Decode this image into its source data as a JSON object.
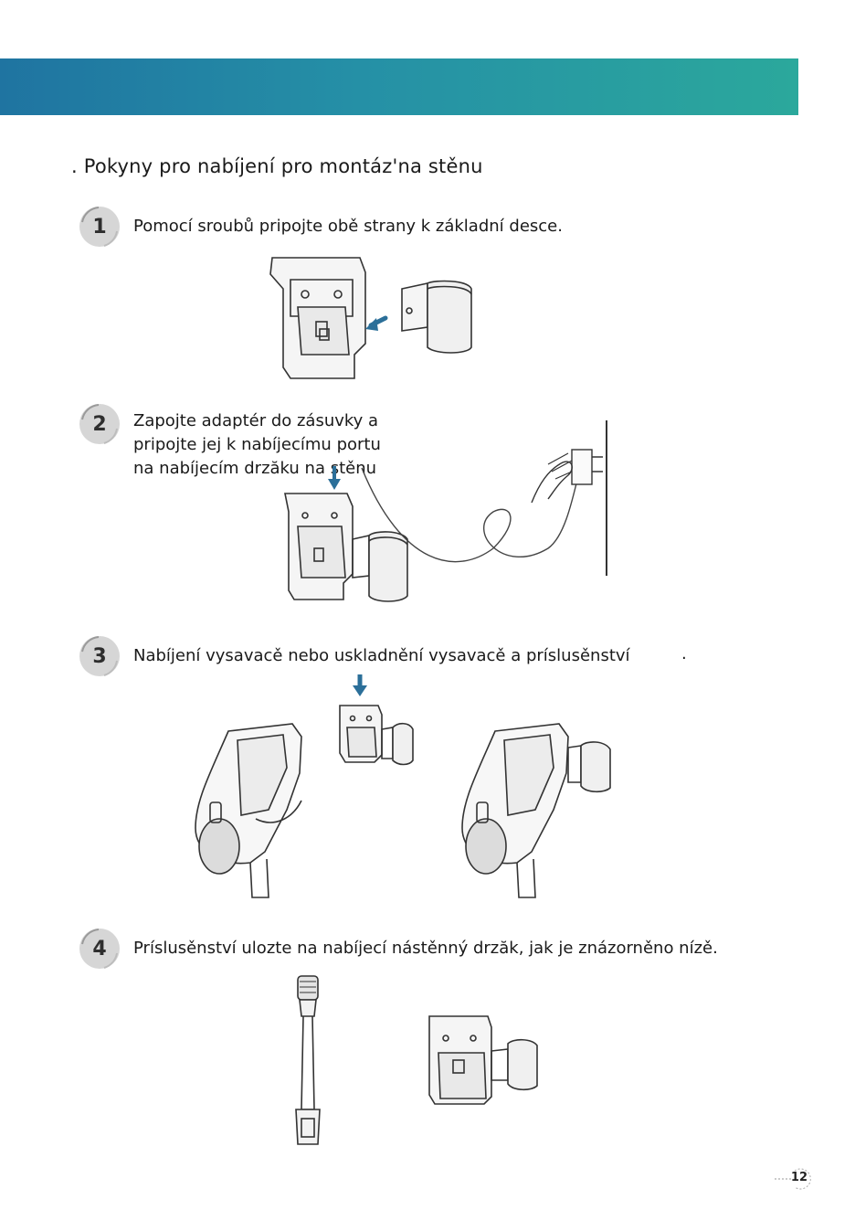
{
  "header": {
    "banner_color_start": "#1f74a1",
    "banner_color_end": "#2ba89c"
  },
  "section": {
    "title": ". Pokyny pro nabíjení pro montáz'na stěnu"
  },
  "steps": [
    {
      "number": "1",
      "lines": [
        "Pomocí sroubů pripojte obě strany k základní desce."
      ]
    },
    {
      "number": "2",
      "lines": [
        "Zapojte adaptér do zásuvky a",
        "pripojte jej k nabíjecímu portu",
        "na nabíjecím drzăku na stěnu"
      ]
    },
    {
      "number": "3",
      "lines": [
        "Nabíjení vysavacě nebo uskladnění vysavacě a príslusěnství"
      ],
      "trailing_mark": "."
    },
    {
      "number": "4",
      "lines": [
        "Príslusěnství ulozte na nabíjecí nástěnný drzăk, jak je znázorněno nízě."
      ]
    }
  ],
  "illustrations": {
    "step1": "mount-assembly-illustration",
    "step2": "adapter-wall-socket-illustration",
    "step3": "vacuum-docking-illustration",
    "step4": "accessory-storage-illustration"
  },
  "accent_color": "#2b6f99",
  "page": {
    "number": "12"
  }
}
